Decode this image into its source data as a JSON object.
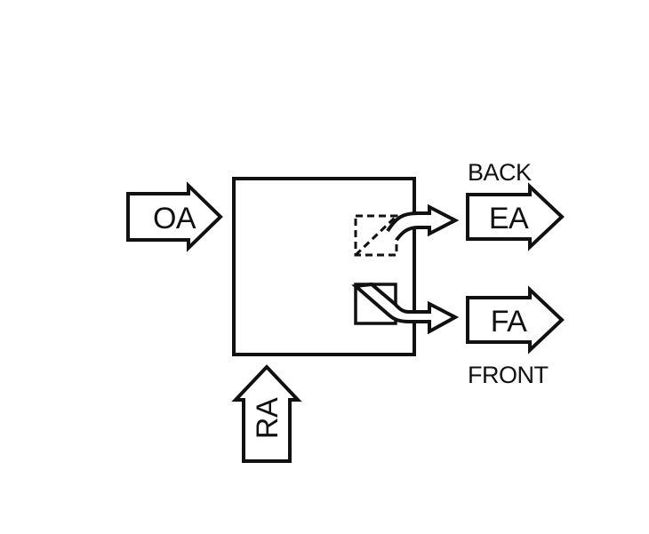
{
  "diagram": {
    "inputs": {
      "oa_label": "OA",
      "ra_label": "RA"
    },
    "outputs": {
      "ea_label": "EA",
      "fa_label": "FA",
      "back_label": "BACK",
      "front_label": "FRONT"
    },
    "colors": {
      "line": "#111111",
      "background": "#ffffff"
    }
  }
}
